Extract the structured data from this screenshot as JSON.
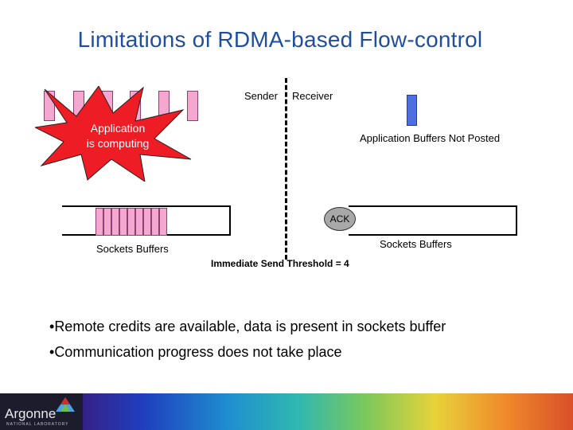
{
  "slide": {
    "title": "Limitations of RDMA-based Flow-control"
  },
  "diagram": {
    "sender_label": "Sender",
    "receiver_label": "Receiver",
    "burst_line1": "Application",
    "burst_line2": "is computing",
    "receiver_app_label": "Application Buffers Not Posted",
    "ack_label": "ACK",
    "sender_sockets_label": "Sockets Buffers",
    "receiver_sockets_label": "Sockets Buffers",
    "threshold_label": "Immediate Send Threshold = 4",
    "colors": {
      "app_buffer": "#f4a8d0",
      "receiver_buffer": "#4f6fe0",
      "burst": "#ee1c24",
      "ack": "#a8a8a8",
      "title": "#1f4e9c"
    }
  },
  "bullets": [
    "Remote credits are available, data is present in sockets buffer",
    "Communication progress does not take place"
  ],
  "footer": {
    "logo_text": "Argonne",
    "logo_sub": "NATIONAL LABORATORY"
  }
}
